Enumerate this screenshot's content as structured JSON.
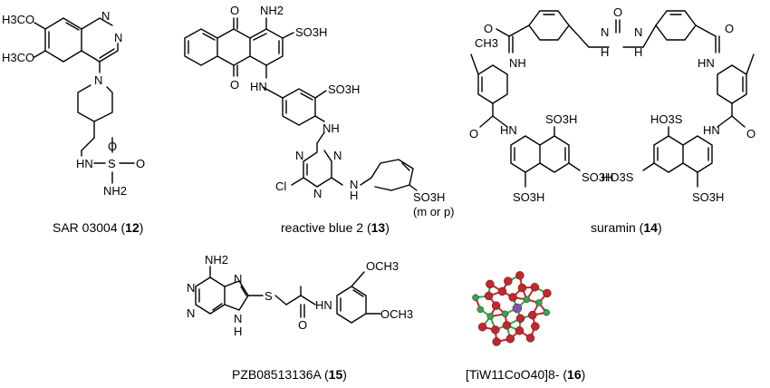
{
  "compounds": [
    {
      "name": "SAR 03004",
      "number": "12",
      "labels": {
        "methoxy_top": "H3CO",
        "methoxy_bottom": "H3CO",
        "ring_n_top": "N",
        "ring_n_right": "N",
        "piperidine_n": "N",
        "nh": "HN",
        "s": "S",
        "o_right": "O",
        "o_left": "O",
        "nh2": "NH2"
      }
    },
    {
      "name": "reactive blue 2",
      "number": "13",
      "labels": {
        "o_top": "O",
        "o_bottom": "O",
        "nh2": "NH2",
        "so3h_top": "SO3H",
        "hn": "HN",
        "so3h_mid": "SO3H",
        "nh_triazine": "NH",
        "n_triazine_1": "N",
        "n_triazine_2": "N",
        "n_triazine_3": "N",
        "cl": "Cl",
        "nh_bottom": "N",
        "h_bottom": "H",
        "so3h_phenyl": "SO3H",
        "note": "(m or p)"
      }
    },
    {
      "name": "suramin",
      "number": "14",
      "labels": {
        "nh_urea_left": "N",
        "h_urea_left": "H",
        "nh_urea_right": "N",
        "h_urea_right": "H",
        "o_urea": "O",
        "ch3_left": "CH3",
        "ch3_right": "",
        "nh_left": "NH",
        "hn_right": "HN",
        "o_left_amide": "O",
        "o_right_amide": "O",
        "o_left_lower": "O",
        "o_right_lower": "O",
        "hn_left_lower": "HN",
        "nh_right_lower": "HN",
        "so3h_1": "SO3H",
        "so3h_2": "SO3H",
        "so3h_3": "SO3H",
        "ho3s_1": "HO3S",
        "ho3s_2": "HO3S",
        "so3h_4": "SO3H"
      }
    },
    {
      "name": "PZB08513136A",
      "number": "15",
      "labels": {
        "nh2": "NH2",
        "n_1": "N",
        "n_2": "N",
        "n_3": "N",
        "n_4": "N",
        "h": "H",
        "s": "S",
        "hn": "HN",
        "o": "O",
        "och3_1": "OCH3",
        "och3_2": "OCH3"
      }
    },
    {
      "name": "[TiW11CoO40]8-",
      "number": "16",
      "colors": {
        "oxygen": "#c0282d",
        "tungsten": "#2fa84f",
        "cobalt": "#7a5aa8"
      }
    }
  ]
}
